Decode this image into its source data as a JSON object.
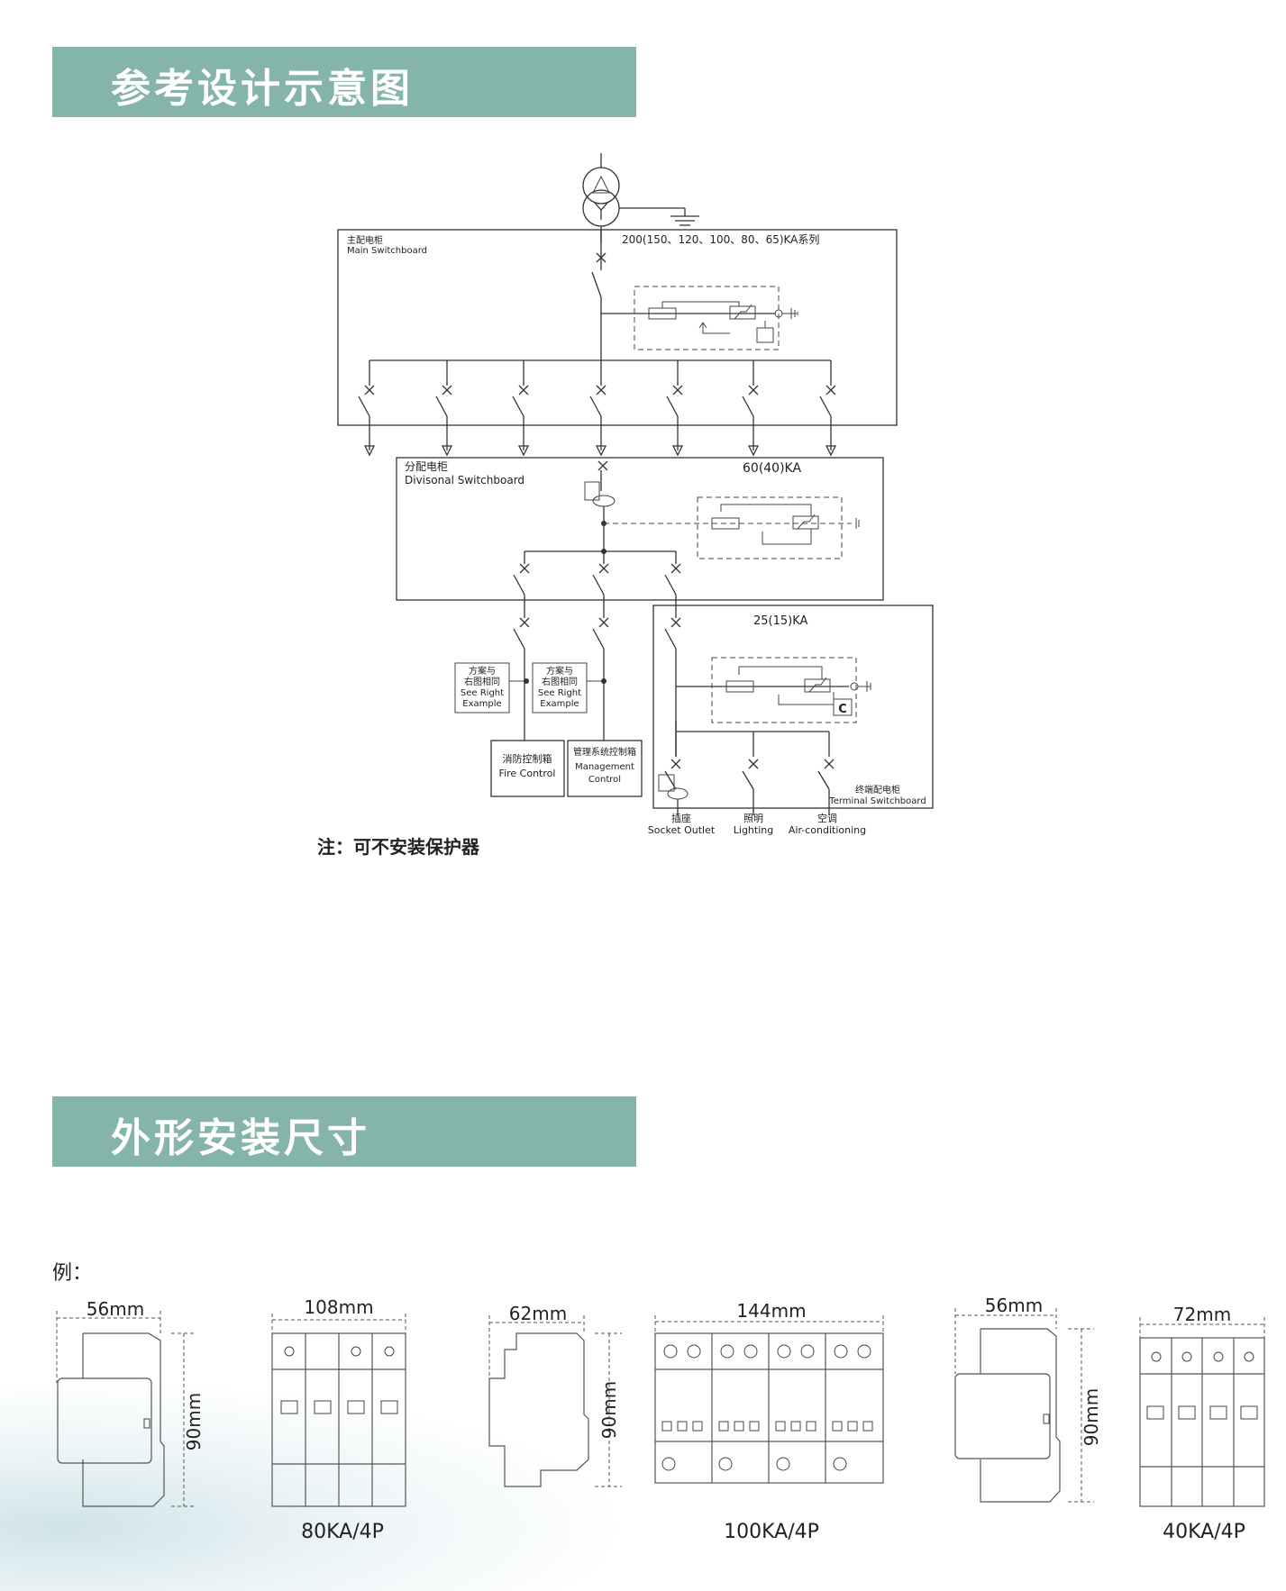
{
  "headings": {
    "section_schematic": "参考设计示意图",
    "section_dimensions": "外形安装尺寸"
  },
  "schematic": {
    "main_board": {
      "name_cn": "主配电柜",
      "name_en": "Main Switchboard",
      "rating": "200(150、120、100、80、65)KA系列"
    },
    "divisional_board": {
      "name_cn": "分配电柜",
      "name_en": "Divisonal Switchboard",
      "rating": "60(40)KA"
    },
    "terminal_board": {
      "name_cn": "终端配电柜",
      "name_en": "Terminal Switchboard",
      "rating": "25(15)KA",
      "c_label": "C"
    },
    "example_box_1": {
      "line1": "方案与",
      "line2": "右图相同",
      "line3": "See Right",
      "line4": "Example"
    },
    "example_box_2": {
      "line1": "方案与",
      "line2": "右图相同",
      "line3": "See Right",
      "line4": "Example"
    },
    "fire_control": {
      "cn": "消防控制箱",
      "en": "Fire Control"
    },
    "management_control": {
      "cn": "管理系统控制箱",
      "en1": "Management",
      "en2": "Control"
    },
    "loads": [
      {
        "cn": "插座",
        "en": "Socket Outlet"
      },
      {
        "cn": "照明",
        "en": "Lighting"
      },
      {
        "cn": "空调",
        "en": "Air-conditioning"
      }
    ],
    "note": "注：可不安装保护器"
  },
  "dimensions": {
    "example_label": "例：",
    "devices": [
      {
        "model": "80KA/4P",
        "side_width": "56mm",
        "front_width": "108mm",
        "height": "90mm"
      },
      {
        "model": "100KA/4P",
        "side_width": "62mm",
        "front_width": "144mm",
        "height": "90mm"
      },
      {
        "model": "40KA/4P",
        "side_width": "56mm",
        "front_width": "72mm",
        "height": "90mm"
      }
    ]
  },
  "colors": {
    "banner": "#84b4aa",
    "banner_text": "#ffffff",
    "line": "#333333"
  }
}
